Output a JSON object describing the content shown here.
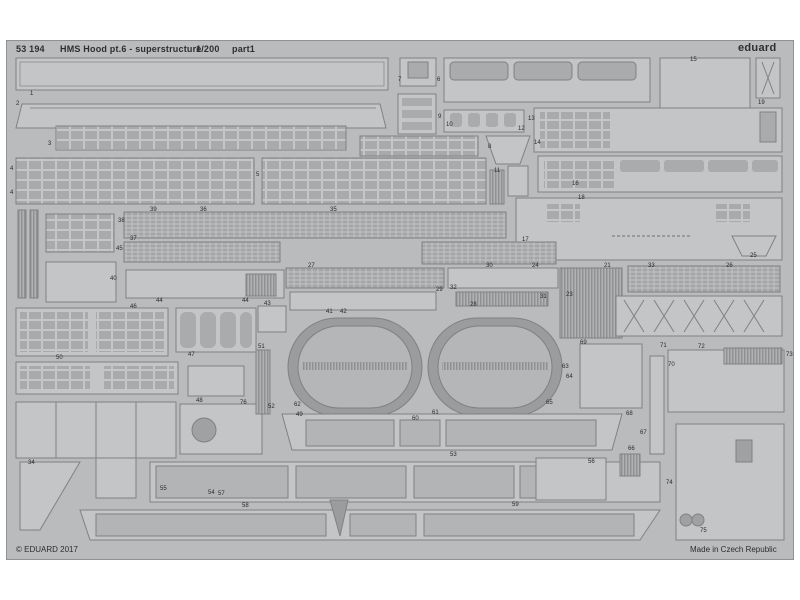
{
  "fret": {
    "header_code": "53 194",
    "header_title": "HMS Hood pt.6 - superstructure",
    "header_scale": "1/200",
    "header_part": "part1",
    "brand": "eduard",
    "copyright": "© EDUARD 2017",
    "origin": "Made in Czech Republic"
  },
  "part_numbers": {
    "n1": "1",
    "n2": "2",
    "n3": "3",
    "n4": "4",
    "n5": "5",
    "n6": "6",
    "n7": "7",
    "n8": "8",
    "n9": "9",
    "n10": "10",
    "n11": "11",
    "n12": "12",
    "n13": "13",
    "n14": "14",
    "n15": "15",
    "n16": "16",
    "n17": "17",
    "n18": "18",
    "n19": "19",
    "n21": "21",
    "n23": "23",
    "n24": "24",
    "n25": "25",
    "n26": "26",
    "n27": "27",
    "n28": "28",
    "n29": "29",
    "n30": "30",
    "n31": "31",
    "n32": "32",
    "n33": "33",
    "n34": "34",
    "n35": "35",
    "n36": "36",
    "n37": "37",
    "n38": "38",
    "n39": "39",
    "n40": "40",
    "n41": "41",
    "n42": "42",
    "n43": "43",
    "n44": "44",
    "n45": "45",
    "n46": "46",
    "n47": "47",
    "n48": "48",
    "n49": "49",
    "n50": "50",
    "n51": "51",
    "n52": "52",
    "n53": "53",
    "n54": "54",
    "n55": "55",
    "n56": "56",
    "n57": "57",
    "n58": "58",
    "n59": "59",
    "n60": "60",
    "n61": "61",
    "n62": "62",
    "n63": "63",
    "n64": "64",
    "n65": "65",
    "n66": "66",
    "n67": "67",
    "n68": "68",
    "n69": "69",
    "n70": "70",
    "n71": "71",
    "n72": "72",
    "n73": "73",
    "n74": "74",
    "n75": "75",
    "n76": "76"
  },
  "colors": {
    "fret": "#b9bbbc",
    "part_fill": "#c3c5c6",
    "part_stroke": "#7f8183",
    "panel_fill": "#a9abad",
    "dark": "#555759"
  }
}
